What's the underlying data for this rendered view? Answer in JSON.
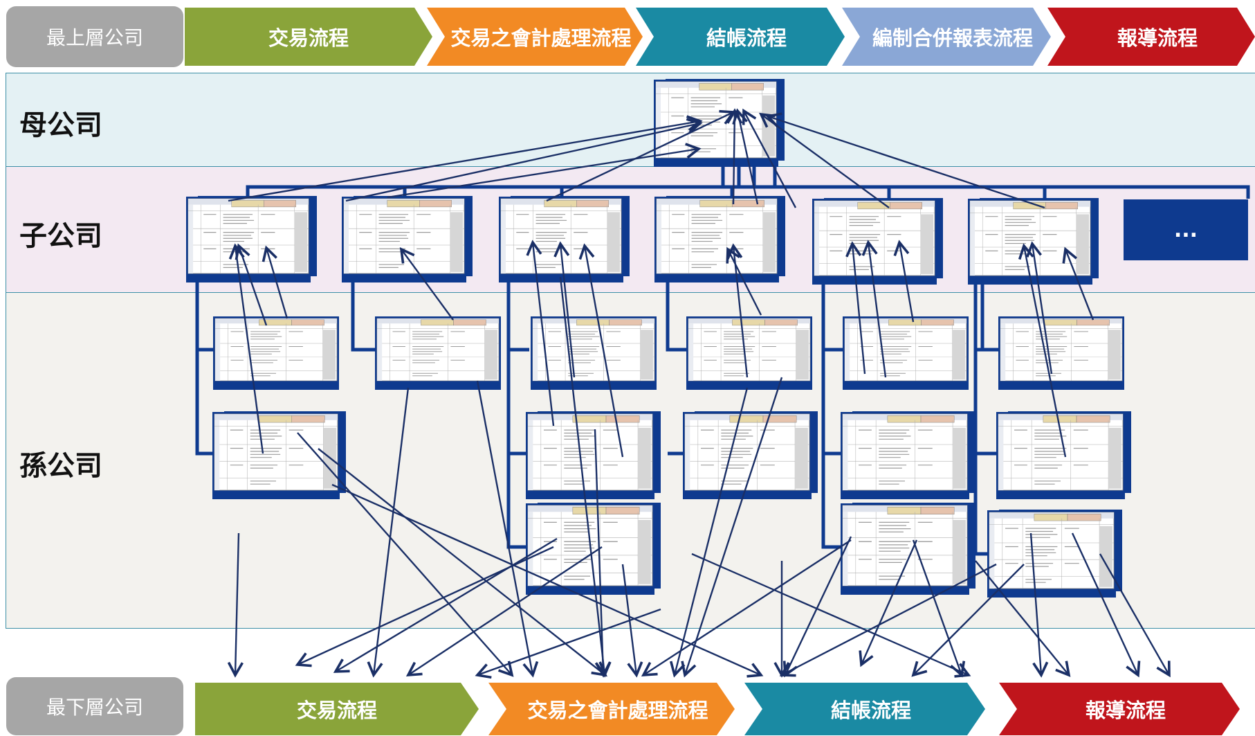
{
  "header": {
    "top_label": "最上層公司",
    "stages": [
      {
        "label": "交易流程",
        "color": "#8aa43a"
      },
      {
        "label": "交易之會計處理流程",
        "color": "#f28a24"
      },
      {
        "label": "結帳流程",
        "color": "#1a8aa3"
      },
      {
        "label": "編制合併報表流程",
        "color": "#8aa7d6"
      },
      {
        "label": "報導流程",
        "color": "#c0151c"
      }
    ]
  },
  "rows": {
    "mother": "母公司",
    "child": "子公司",
    "grandchild": "孫公司"
  },
  "more_box": "...",
  "footer": {
    "bottom_label": "最下層公司",
    "stages": [
      {
        "label": "交易流程",
        "color": "#8aa43a"
      },
      {
        "label": "交易之會計處理流程",
        "color": "#f28a24"
      },
      {
        "label": "結帳流程",
        "color": "#1a8aa3"
      },
      {
        "label": "報導流程",
        "color": "#c0151c"
      }
    ]
  },
  "colors": {
    "connector": "#0e3a8f",
    "arrow": "#1a2f66",
    "band_border": "#3c8fa6"
  }
}
